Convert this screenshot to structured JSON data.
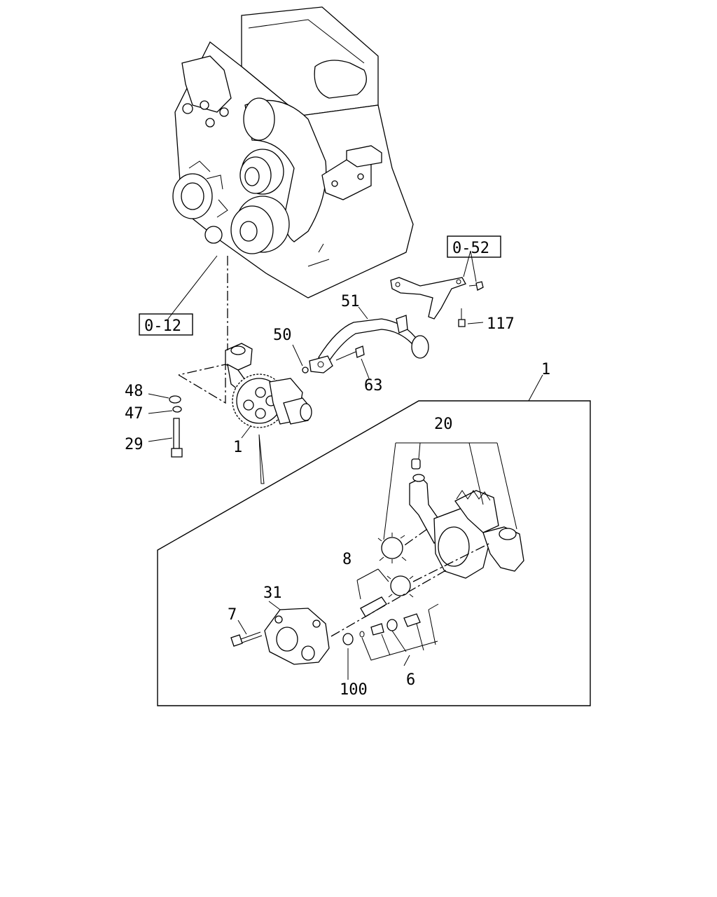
{
  "colors": {
    "line": "#000000",
    "background": "#ffffff"
  },
  "refs": {
    "r012": "0-12",
    "r052": "0-52"
  },
  "callouts": {
    "c51": "51",
    "c117": "117",
    "c50": "50",
    "c63": "63",
    "c48": "48",
    "c47": "47",
    "c29": "29",
    "c1a": "1",
    "c1b": "1",
    "c20": "20",
    "c8": "8",
    "c31": "31",
    "c7": "7",
    "c100": "100",
    "c6": "6"
  }
}
